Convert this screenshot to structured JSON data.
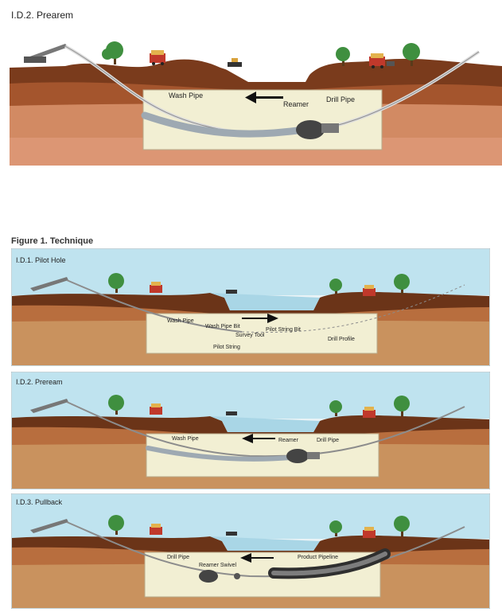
{
  "top": {
    "title": "I.D.2. Prearem",
    "labels": {
      "wash_pipe": "Wash Pipe",
      "reamer": "Reamer",
      "drill_pipe": "Drill Pipe"
    }
  },
  "figure": {
    "title": "Figure 1. Technique",
    "panels": [
      {
        "title": "I.D.1. Pilot Hole",
        "labels": {
          "wash_pipe": "Wash Pipe",
          "wash_pipe_bit": "Wash Pipe Bit",
          "pilot_string_bit": "Pilot String Bit",
          "survey_tool": "Survey Tool",
          "drill_profile": "Drill Profile",
          "pilot_string": "Pilot String"
        }
      },
      {
        "title": "I.D.2. Preream",
        "labels": {
          "wash_pipe": "Wash Pipe",
          "reamer": "Reamer",
          "drill_pipe": "Drill Pipe"
        }
      },
      {
        "title": "I.D.3. Pullback",
        "labels": {
          "drill_pipe": "Drill Pipe",
          "reamer_swivel": "Reamer Swivel",
          "product_pipeline": "Product Pipeline"
        }
      }
    ]
  },
  "colors": {
    "sky": "#bfe3ef",
    "water": "#a9d6e6",
    "soil_dark": "#6b3418",
    "soil": "#b86e3e",
    "soil_deep": "#d98a5f",
    "tree": "#3f8f3f",
    "truck": "#c0392b"
  }
}
